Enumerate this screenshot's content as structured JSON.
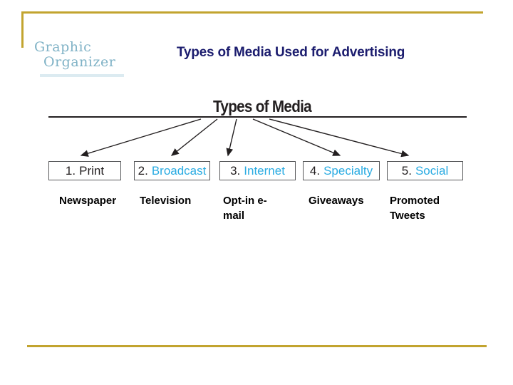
{
  "logo": {
    "line1": "Graphic",
    "line2": "Organizer"
  },
  "header": {
    "title": "Types of Media Used for Advertising"
  },
  "diagram": {
    "heading": "Types of Media",
    "boxes": [
      {
        "number": "1.",
        "name": "Print",
        "name_color": "#231f20",
        "example": "Newspaper"
      },
      {
        "number": "2.",
        "name": "Broadcast",
        "name_color": "#29abe2",
        "example": "Television"
      },
      {
        "number": "3.",
        "name": "Internet",
        "name_color": "#29abe2",
        "example": "Opt-in e-mail"
      },
      {
        "number": "4.",
        "name": "Specialty",
        "name_color": "#29abe2",
        "example": "Giveaways"
      },
      {
        "number": "5.",
        "name": "Social",
        "name_color": "#29abe2",
        "example": "Promoted Tweets"
      }
    ]
  },
  "colors": {
    "accent_gold": "#c2a42f",
    "logo_blue": "#7fb2c6",
    "title_navy": "#1b1c6e",
    "category_cyan": "#29abe2",
    "text_black": "#231f20"
  }
}
